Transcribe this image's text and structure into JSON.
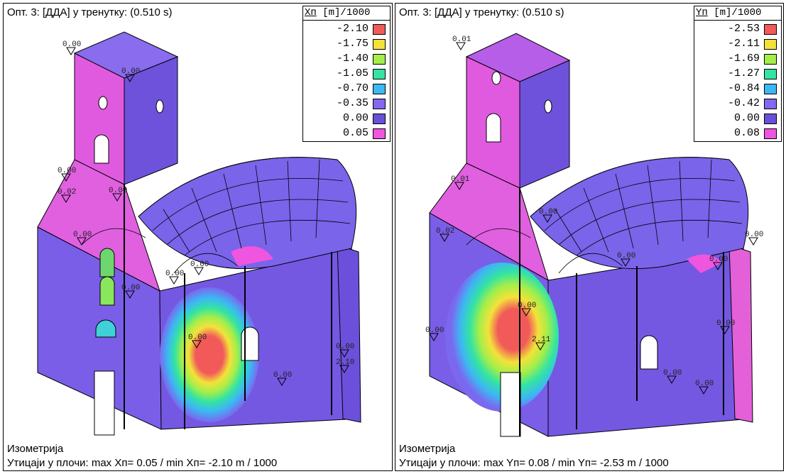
{
  "panels": [
    {
      "id": "x",
      "title": "Опт. 3: [ДДА] у тренутку: (0.510 s)",
      "legend_header_var": "Xп",
      "legend_header_unit": " [m]/1000",
      "legend": [
        {
          "value": "-2.10",
          "color": "#f25a5a"
        },
        {
          "value": "-1.75",
          "color": "#f3e23a"
        },
        {
          "value": "-1.40",
          "color": "#a4ee4a"
        },
        {
          "value": "-1.05",
          "color": "#33e4a2"
        },
        {
          "value": "-0.70",
          "color": "#3cb8f2"
        },
        {
          "value": "-0.35",
          "color": "#8468ef"
        },
        {
          "value": "0.00",
          "color": "#6a50d8"
        },
        {
          "value": "0.05",
          "color": "#f055e0"
        }
      ],
      "caption_view": "Изометрија",
      "caption_summary": "Утицаји у плочи: max Xп= 0.05 / min Xп= -2.10 m / 1000",
      "labels": [
        "0.00",
        "0.00",
        "0.00",
        "0.02",
        "0.00",
        "0.00",
        "0.00",
        "0.00",
        "0.00",
        "0.00",
        "0.00",
        "0.00",
        "2.10"
      ]
    },
    {
      "id": "y",
      "title": "Опт. 3: [ДДА] у тренутку: (0.510 s)",
      "legend_header_var": "Yп",
      "legend_header_unit": " [m]/1000",
      "legend": [
        {
          "value": "-2.53",
          "color": "#f25a5a"
        },
        {
          "value": "-2.11",
          "color": "#f3e23a"
        },
        {
          "value": "-1.69",
          "color": "#a4ee4a"
        },
        {
          "value": "-1.27",
          "color": "#33e4a2"
        },
        {
          "value": "-0.84",
          "color": "#3cb8f2"
        },
        {
          "value": "-0.42",
          "color": "#8468ef"
        },
        {
          "value": "0.00",
          "color": "#6a50d8"
        },
        {
          "value": "0.08",
          "color": "#f055e0"
        }
      ],
      "caption_view": "Изометрија",
      "caption_summary": "Утицаји у плочи: max Yп= 0.08 / min Yп= -2.53 m / 1000",
      "labels": [
        "0.01",
        "0.01",
        "0.02",
        "0.00",
        "0.00",
        "0.00",
        "0.00",
        "0.00",
        "0.00",
        "0.00",
        "0.00",
        "0.00",
        "2.11"
      ]
    }
  ]
}
